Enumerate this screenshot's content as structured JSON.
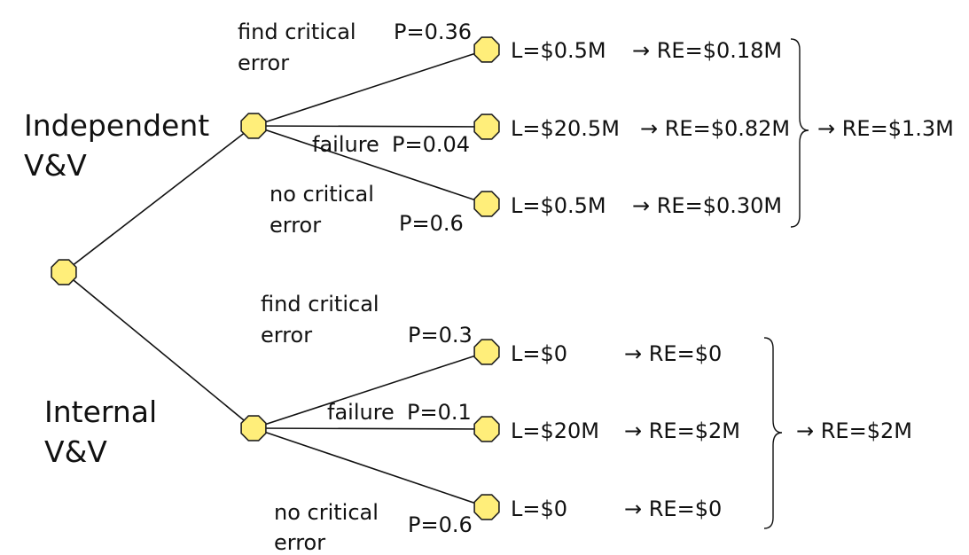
{
  "colors": {
    "node_fill": "#ffee7a",
    "line": "#111111"
  },
  "root": {
    "name": "root-node"
  },
  "independent": {
    "title_line1": "Independent",
    "title_line2": "V&V",
    "branches": [
      {
        "event_line1": "find critical",
        "event_line2": "error",
        "prob": "P=0.36",
        "loss": "L=$0.5M",
        "re": "→ RE=$0.18M"
      },
      {
        "event_line1": "failure",
        "event_line2": "",
        "prob": "P=0.04",
        "loss": "L=$20.5M",
        "re": "→ RE=$0.82M"
      },
      {
        "event_line1": "no critical",
        "event_line2": "error",
        "prob": "P=0.6",
        "loss": "L=$0.5M",
        "re": "→ RE=$0.30M"
      }
    ],
    "total": "→ RE=$1.3M"
  },
  "internal": {
    "title_line1": "Internal",
    "title_line2": "V&V",
    "branches": [
      {
        "event_line1": "find critical",
        "event_line2": "error",
        "prob": "P=0.3",
        "loss": "L=$0",
        "re": "→ RE=$0"
      },
      {
        "event_line1": "failure",
        "event_line2": "",
        "prob": "P=0.1",
        "loss": "L=$20M",
        "re": "→ RE=$2M"
      },
      {
        "event_line1": "no critical",
        "event_line2": "error",
        "prob": "P=0.6",
        "loss": "L=$0",
        "re": "→ RE=$0"
      }
    ],
    "total": "→ RE=$2M"
  }
}
